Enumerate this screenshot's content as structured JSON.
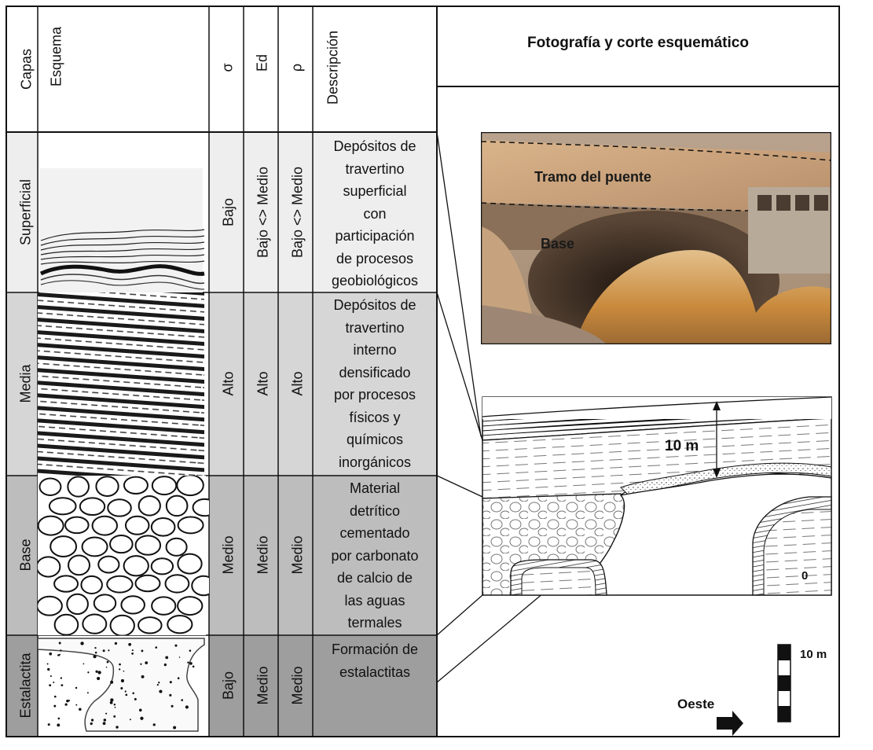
{
  "table": {
    "headers": {
      "capas": "Capas",
      "esquema": "Esquema",
      "sigma": "σ",
      "ed": "Ed",
      "rho": "ρ",
      "descripcion": "Descripción"
    },
    "rows": [
      {
        "layer": "Superficial",
        "sigma": "Bajo",
        "ed": "Bajo <> Medio",
        "rho": "Bajo <> Medio",
        "description": [
          "Depósitos de",
          "travertino",
          "superficial",
          "con",
          "participación",
          "de procesos",
          "geobiológicos"
        ]
      },
      {
        "layer": "Media",
        "sigma": "Alto",
        "ed": "Alto",
        "rho": "Alto",
        "description": [
          "Depósitos de",
          "travertino",
          "interno",
          "densificado",
          "por procesos",
          "físicos y",
          "químicos",
          "inorgánicos"
        ]
      },
      {
        "layer": "Base",
        "sigma": "Medio",
        "ed": "Medio",
        "rho": "Medio",
        "description": [
          "Material",
          "detrítico",
          "cementado",
          "por carbonato",
          "de calcio de",
          "las aguas",
          "termales"
        ]
      },
      {
        "layer": "Estalactita",
        "sigma": "Bajo",
        "ed": "Medio",
        "rho": "Medio",
        "description": [
          "Formación de",
          "estalactitas"
        ]
      }
    ],
    "row_colors": [
      "#eeeeee",
      "#d6d6d6",
      "#bdbdbd",
      "#9e9e9e"
    ]
  },
  "right_panel": {
    "title": "Fotografía y corte esquemático",
    "photo_labels": {
      "span": "Tramo del puente",
      "base": "Base"
    },
    "section_labels": {
      "height": "10 m",
      "zero": "0"
    },
    "scale_label": "10 m",
    "direction_label": "Oeste"
  }
}
